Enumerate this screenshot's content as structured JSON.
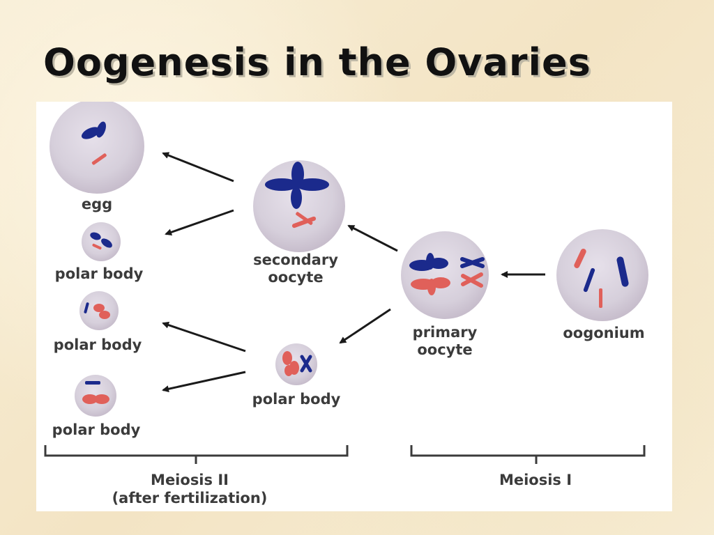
{
  "slide": {
    "title": "Oogenesis in the Ovaries"
  },
  "diagram": {
    "cells": {
      "egg": "egg",
      "polar_body_1": "polar body",
      "polar_body_2": "polar body",
      "polar_body_3": "polar body",
      "secondary_oocyte_line1": "secondary",
      "secondary_oocyte_line2": "oocyte",
      "polar_body_middle": "polar body",
      "primary_oocyte_line1": "primary",
      "primary_oocyte_line2": "oocyte",
      "oogonium": "oogonium"
    },
    "stages": {
      "meiosis_ii_line1": "Meiosis II",
      "meiosis_ii_line2": "(after fertilization)",
      "meiosis_i": "Meiosis I"
    },
    "colors": {
      "cell_fill": "#d7d0dc",
      "cell_edge": "#c3b9c8",
      "chromosome_blue": "#1b2a8c",
      "chromosome_red": "#e0605a",
      "arrow": "#1a1a1a"
    }
  }
}
